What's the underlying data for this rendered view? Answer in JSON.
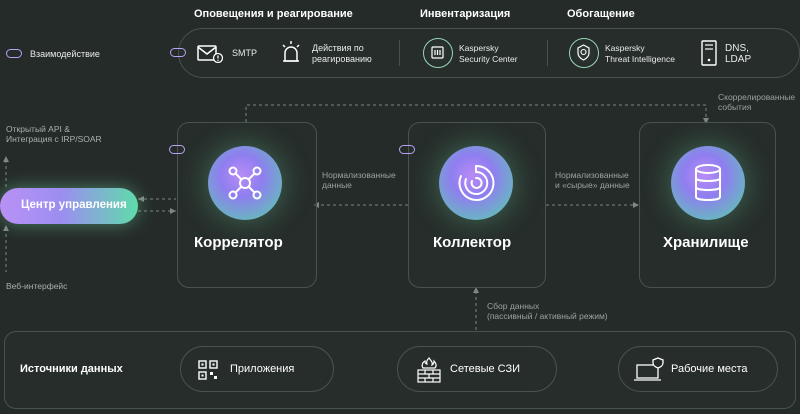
{
  "top_headers": {
    "alerts": "Оповещения и реагирование",
    "inventory": "Инвентаризация",
    "enrichment": "Обогащение"
  },
  "legend": {
    "interaction": "Взаимодействие"
  },
  "top_bar": {
    "smtp": "SMTP",
    "response_actions": [
      "Действия по",
      "реагированию"
    ],
    "ksc": [
      "Kaspersky",
      "Security Center"
    ],
    "kti": [
      "Kaspersky",
      "Threat Intelligence"
    ],
    "dns": [
      "DNS,",
      "LDAP"
    ]
  },
  "left": {
    "api": [
      "Открытый API &",
      "Интеграция с IRP/SOAR"
    ],
    "control_center": "Центр управления",
    "web": "Веб-интерфейс"
  },
  "modules": {
    "correlator": "Коррелятор",
    "collector": "Коллектор",
    "storage": "Хранилище"
  },
  "flow_labels": {
    "normalized": [
      "Нормализованные",
      "данные"
    ],
    "normalized_raw": [
      "Нормализованные",
      "и «сырые» данные"
    ],
    "correlated": [
      "Скоррелированные",
      "события"
    ],
    "collection": [
      "Сбор данных",
      "(пассивный / активный режим)"
    ]
  },
  "sources": {
    "title": "Источники данных",
    "apps": "Приложения",
    "network": "Сетевые СЗИ",
    "workstations": "Рабочие места"
  }
}
